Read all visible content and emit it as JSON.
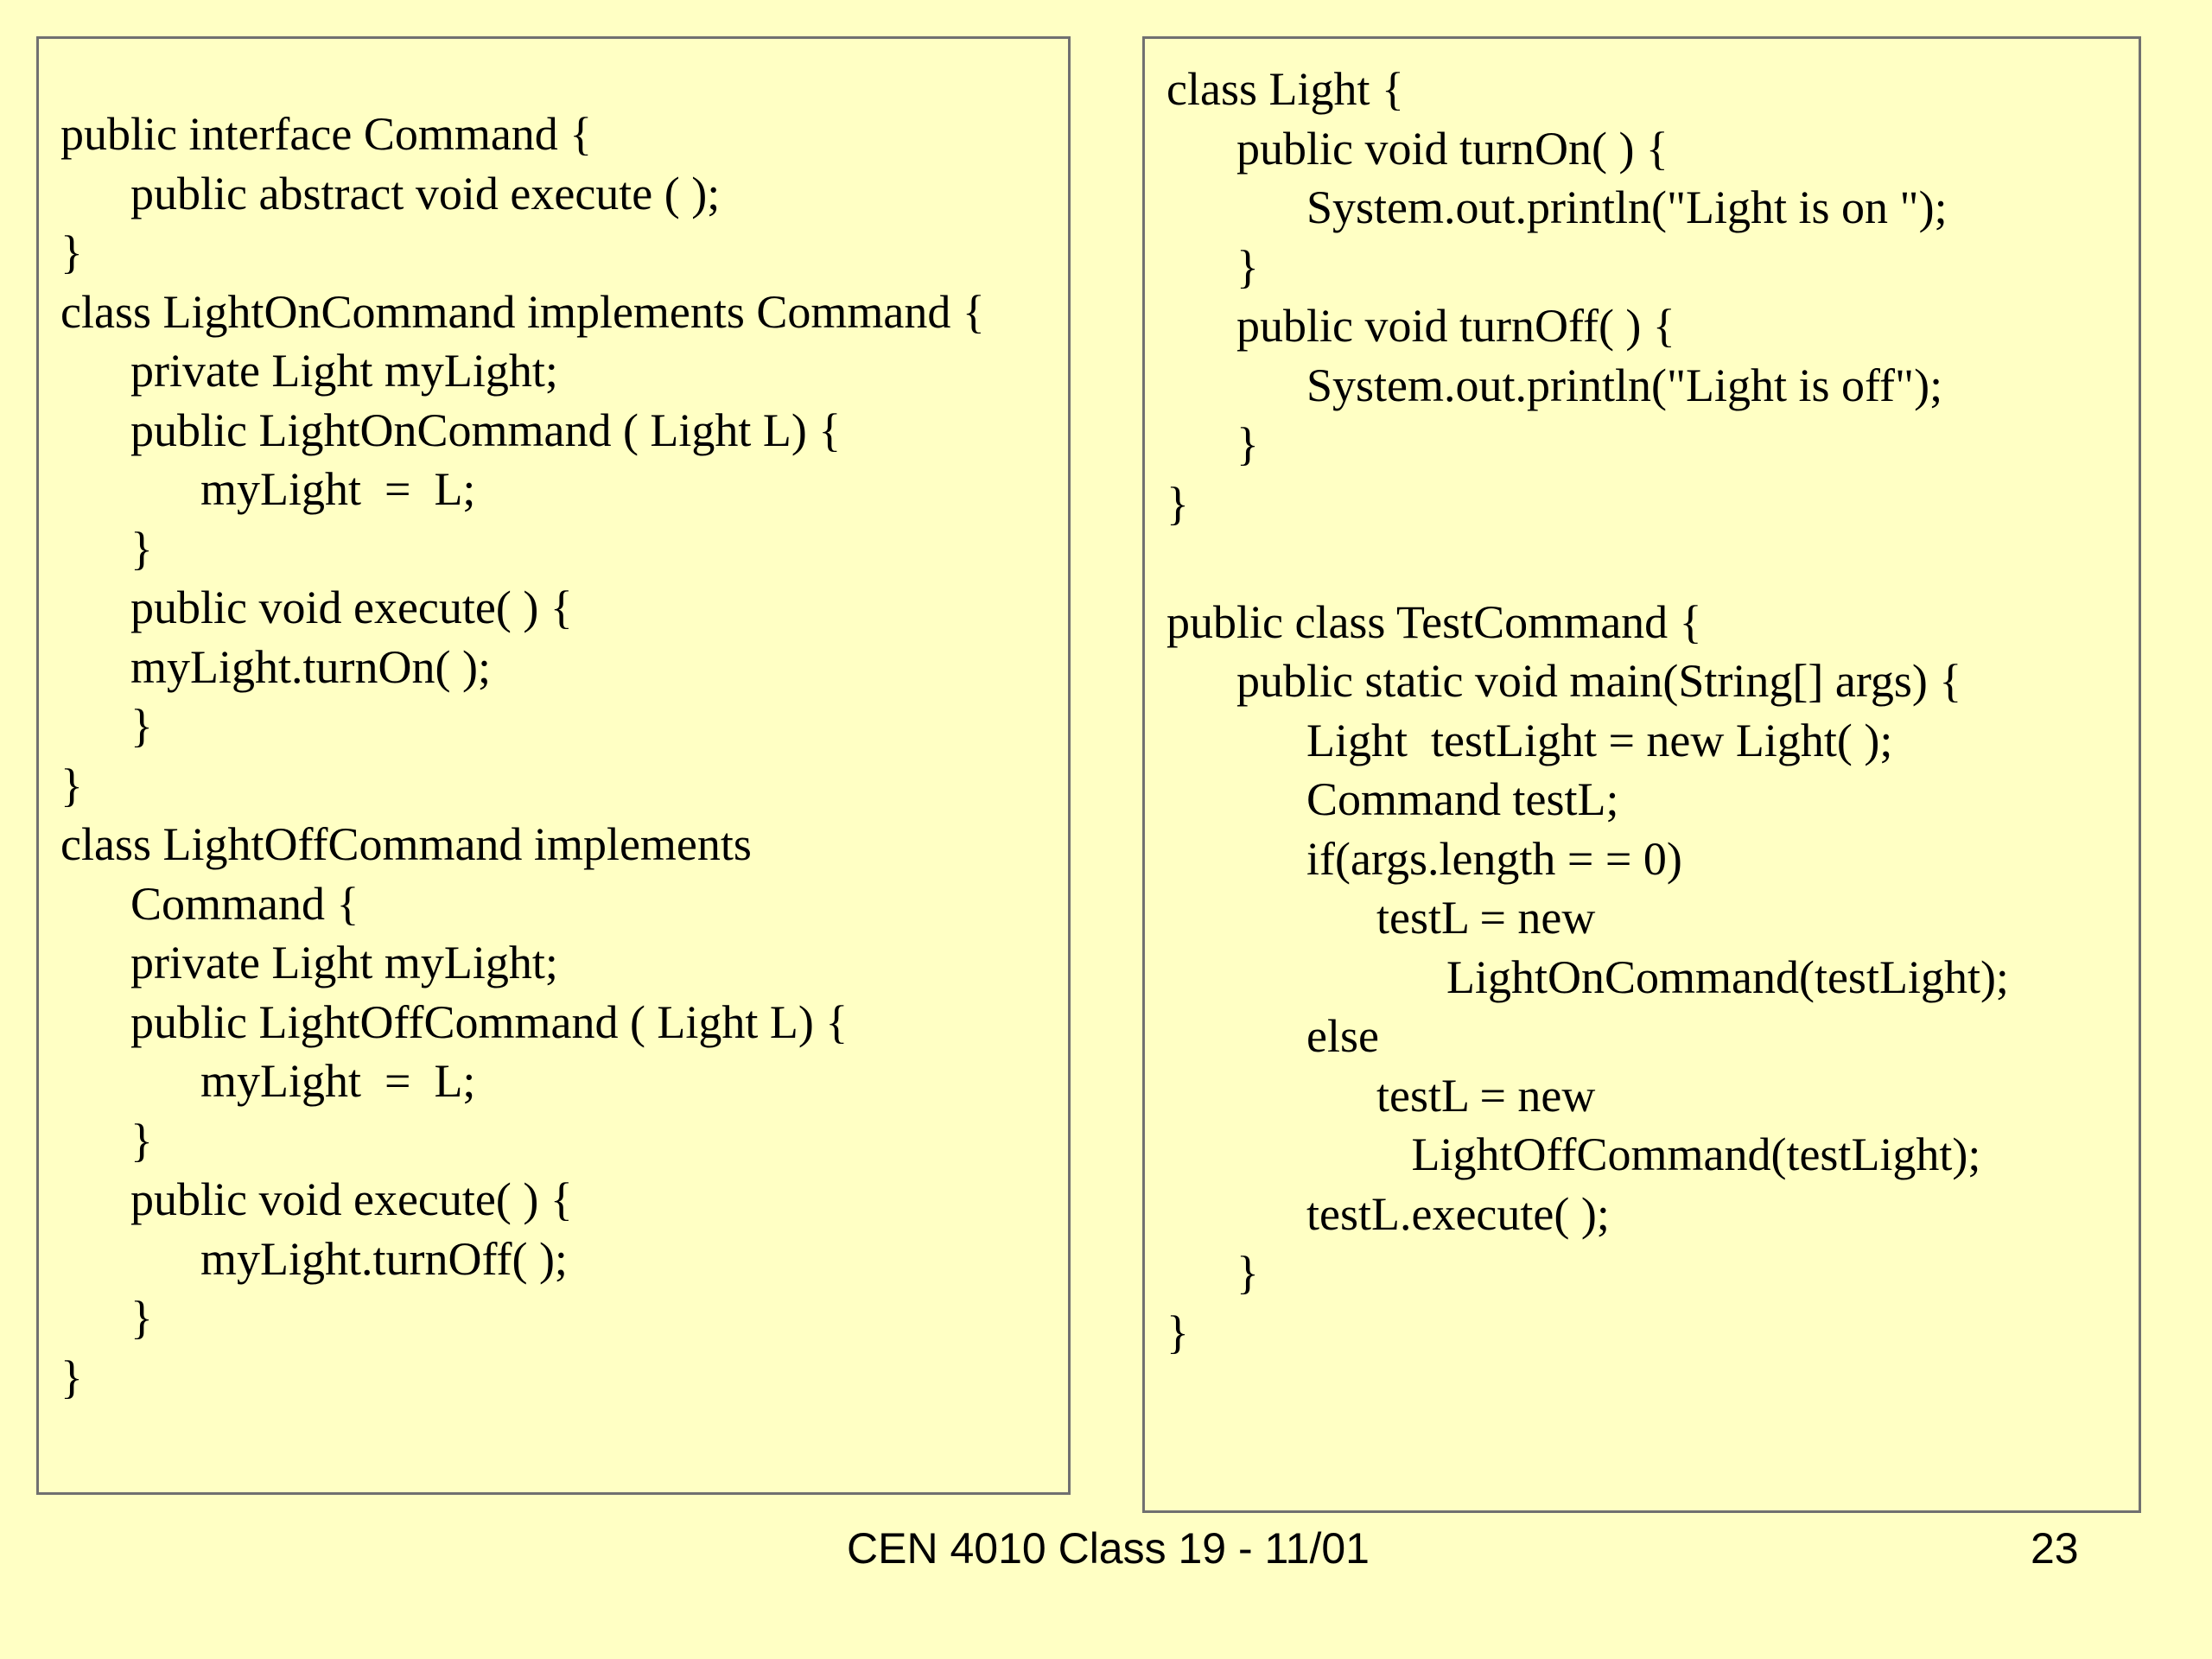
{
  "left_panel": {
    "lines": [
      {
        "text": "public interface Command {",
        "indent": 0
      },
      {
        "text": "public abstract void execute ( );",
        "indent": 1
      },
      {
        "text": "}",
        "indent": 0
      },
      {
        "text": "class LightOnCommand implements Command {",
        "indent": 0
      },
      {
        "text": "private Light myLight;",
        "indent": 1
      },
      {
        "text": "public LightOnCommand ( Light L) {",
        "indent": 1
      },
      {
        "text": "myLight  =  L;",
        "indent": 2
      },
      {
        "text": "}",
        "indent": 1
      },
      {
        "text": "public void execute( ) {",
        "indent": 1
      },
      {
        "text": "myLight.turnOn( );",
        "indent": 1
      },
      {
        "text": "}",
        "indent": 1
      },
      {
        "text": "}",
        "indent": 0
      },
      {
        "text": "class LightOffCommand implements",
        "indent": 0
      },
      {
        "text": "Command {",
        "indent": 1
      },
      {
        "text": "private Light myLight;",
        "indent": 1
      },
      {
        "text": "public LightOffCommand ( Light L) {",
        "indent": 1
      },
      {
        "text": "myLight  =  L;",
        "indent": 2
      },
      {
        "text": "}",
        "indent": 1
      },
      {
        "text": "public void execute( ) {",
        "indent": 1
      },
      {
        "text": "myLight.turnOff( );",
        "indent": 2
      },
      {
        "text": "}",
        "indent": 1
      },
      {
        "text": "}",
        "indent": 0
      }
    ]
  },
  "right_panel": {
    "lines": [
      {
        "text": "class Light {",
        "indent": 0
      },
      {
        "text": "public void turnOn( ) {",
        "indent": 1
      },
      {
        "text": "System.out.println(\"Light is on \");",
        "indent": 2
      },
      {
        "text": "}",
        "indent": 1
      },
      {
        "text": "public void turnOff( ) {",
        "indent": 1
      },
      {
        "text": "System.out.println(\"Light is off\");",
        "indent": 2
      },
      {
        "text": "}",
        "indent": 1
      },
      {
        "text": "}",
        "indent": 0
      },
      {
        "text": "",
        "indent": 0
      },
      {
        "text": "public class TestCommand {",
        "indent": 0
      },
      {
        "text": "public static void main(String[] args) {",
        "indent": 1
      },
      {
        "text": "Light  testLight = new Light( );",
        "indent": 2
      },
      {
        "text": "Command testL;",
        "indent": 2
      },
      {
        "text": "if(args.length = = 0)",
        "indent": 2
      },
      {
        "text": "testL = new",
        "indent": 3
      },
      {
        "text": "LightOnCommand(testLight);",
        "indent": 4
      },
      {
        "text": "else",
        "indent": 2
      },
      {
        "text": "testL = new",
        "indent": 3
      },
      {
        "text": "LightOffCommand(testLight);",
        "indent": 3.5
      },
      {
        "text": "testL.execute( );",
        "indent": 2
      },
      {
        "text": "}",
        "indent": 1
      },
      {
        "text": "}",
        "indent": 0
      }
    ]
  },
  "footer": {
    "course": "CEN 4010 Class 19 - 11/01",
    "page_number": "23"
  }
}
